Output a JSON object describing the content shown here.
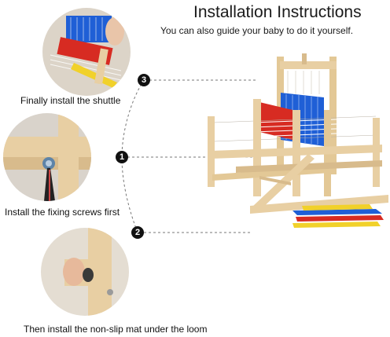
{
  "header": {
    "title": "Installation Instructions",
    "subtitle": "You can also guide your baby to do it yourself."
  },
  "steps": [
    {
      "number": "3",
      "caption": "Finally install the shuttle"
    },
    {
      "number": "1",
      "caption": "Install the fixing screws first"
    },
    {
      "number": "2",
      "caption": "Then install the non-slip mat under the loom"
    }
  ],
  "colors": {
    "wood": "#e8cfa3",
    "blue": "#1f5fd6",
    "red": "#d72b22",
    "yellow": "#f1d12a"
  }
}
